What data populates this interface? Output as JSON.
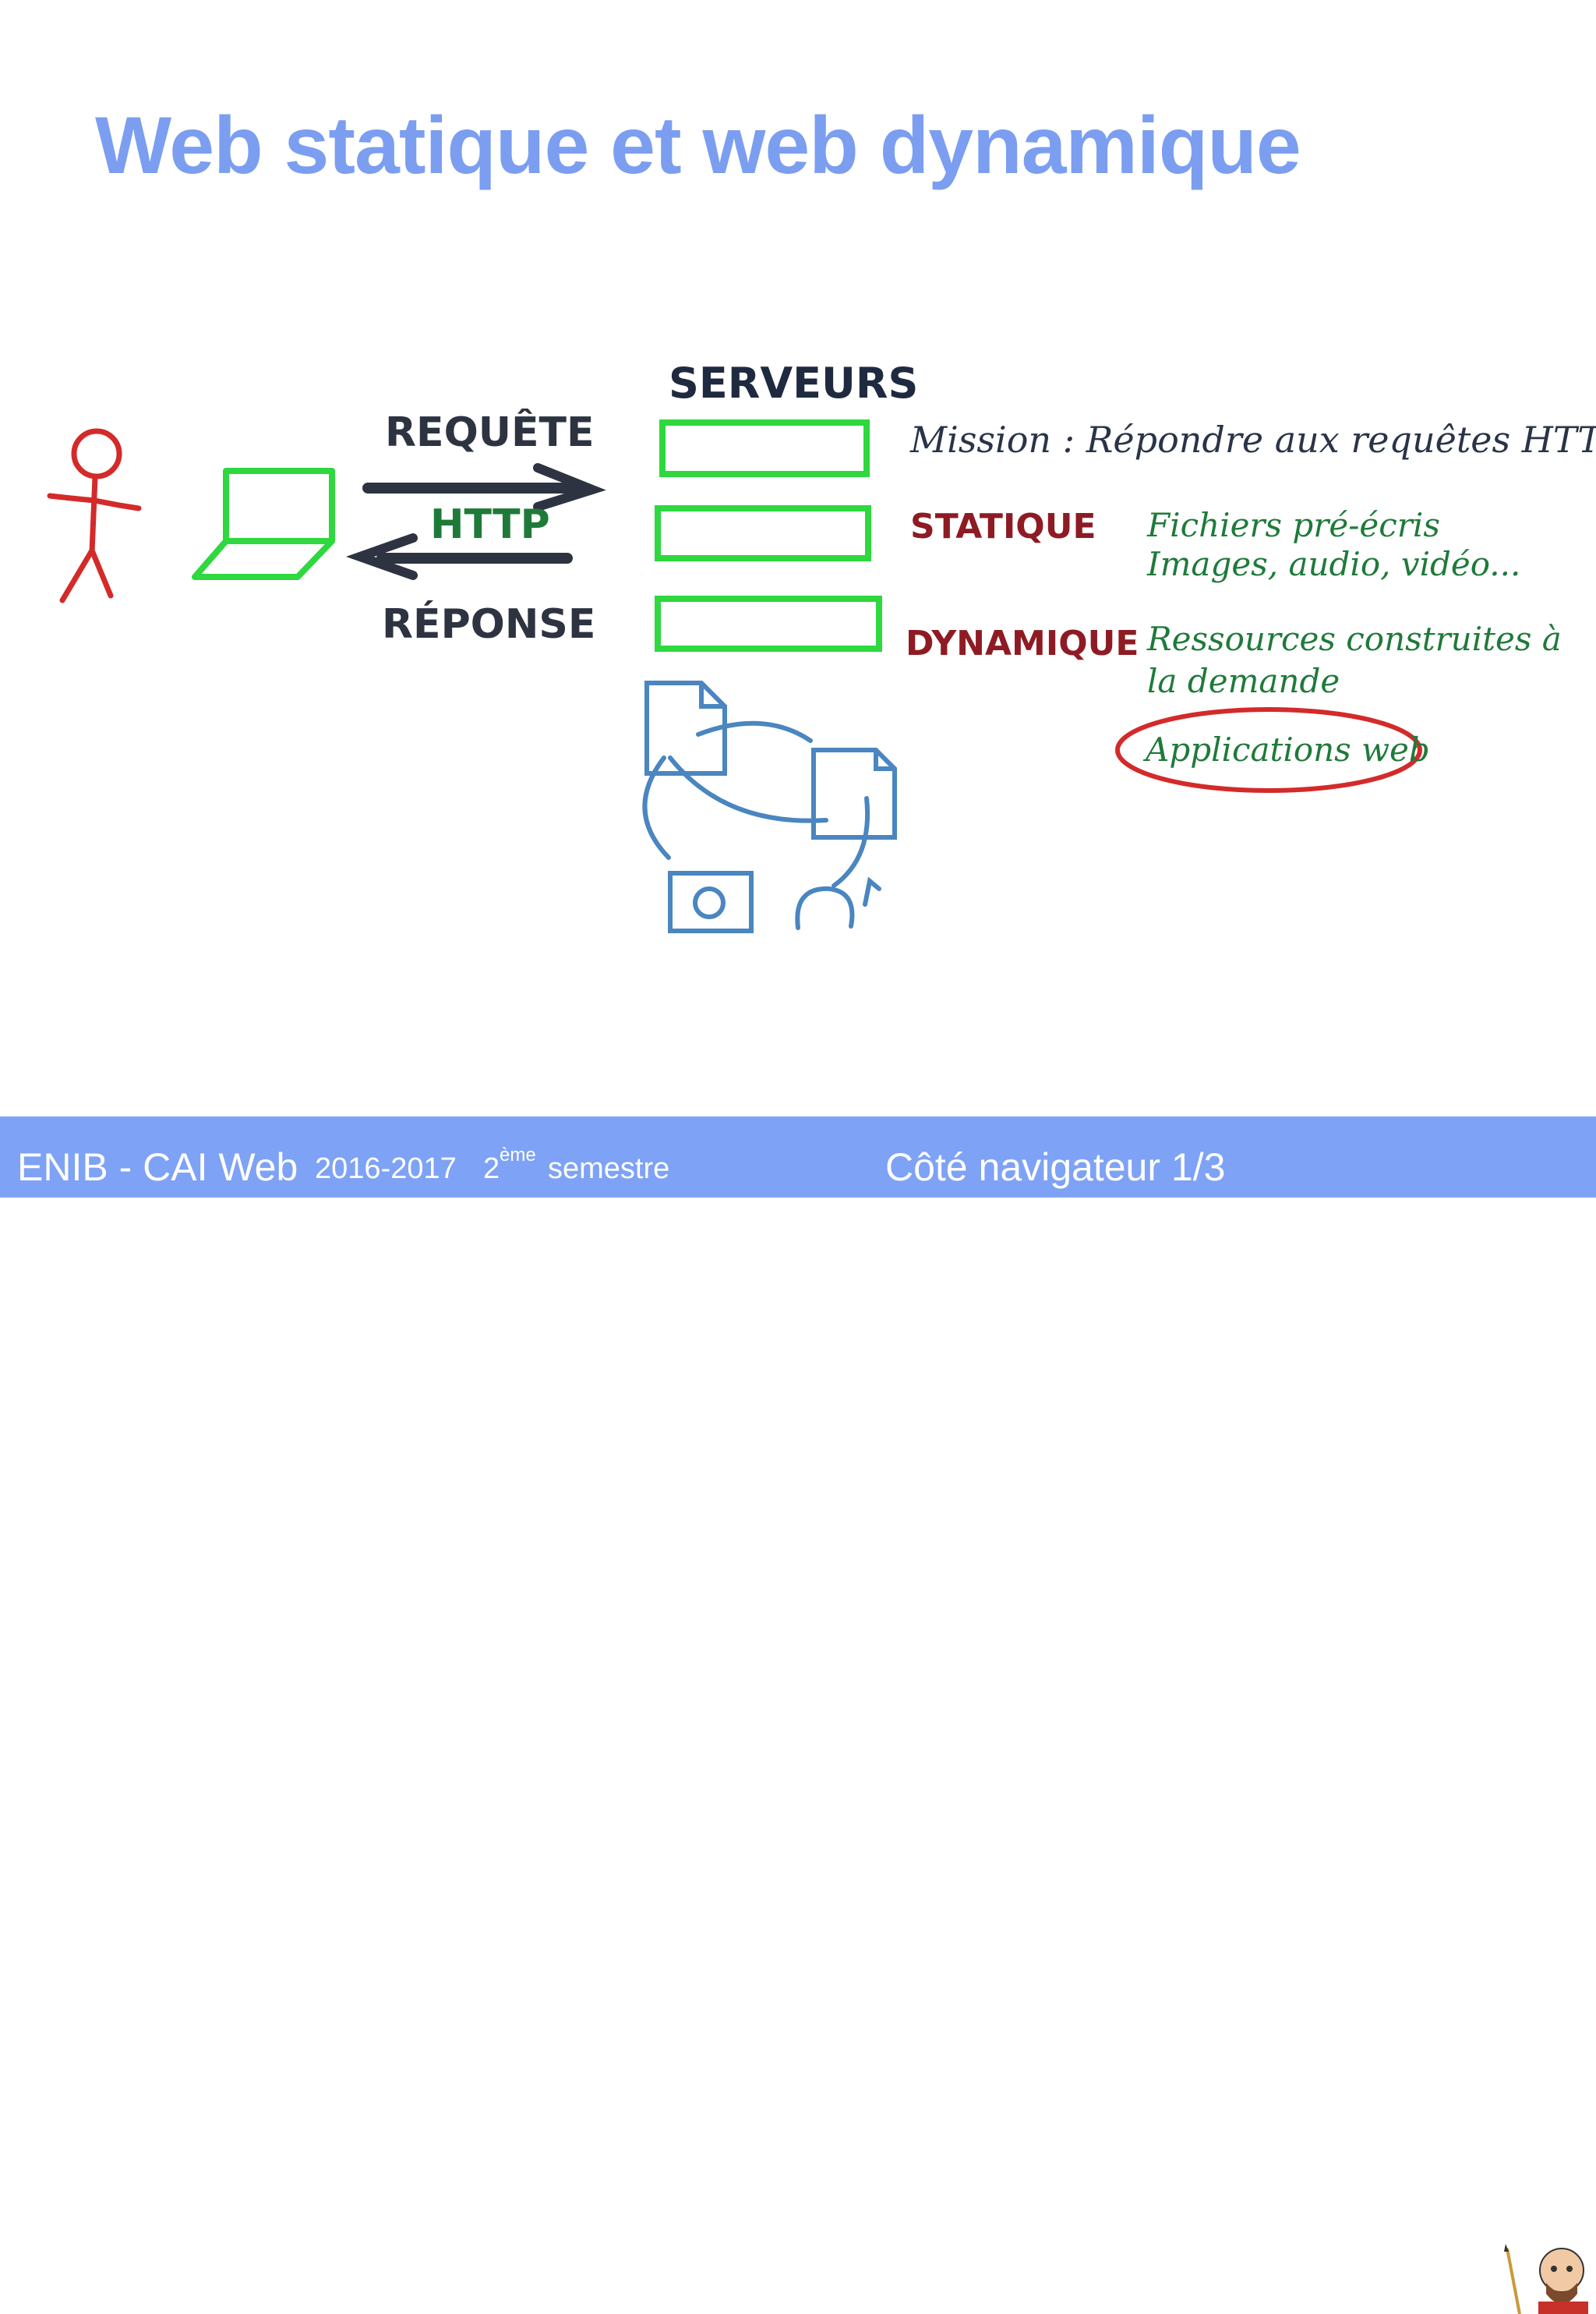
{
  "title": "Web statique et web dynamique",
  "diagram": {
    "requete": "REQUÊTE",
    "http": "HTTP",
    "reponse": "RÉPONSE",
    "serveurs": "SERVEURS",
    "mission": "Mission : Répondre aux requêtes HTTP",
    "statique_label": "STATIQUE",
    "statique_line1": "Fichiers pré-écris",
    "statique_line2": "Images, audio, vidéo...",
    "dynamique_label": "DYNAMIQUE",
    "dynamique_line1": "Ressources construites à",
    "dynamique_line2": "la demande",
    "apps": "Applications web"
  },
  "footer": {
    "course": "ENIB - CAI Web",
    "year": "2016-2017",
    "sem_num": "2",
    "sem_sup": "ème",
    "sem_word": "semestre",
    "section": "Côté navigateur 1/3"
  },
  "colors": {
    "title": "#7b9ef0",
    "footer_bg": "#7ea2f5",
    "person": "#d42a2a",
    "green": "#2ed83e",
    "dark": "#2d3340",
    "darkred": "#8e1b24",
    "darkgreen": "#1f7a3a",
    "blue": "#4a86c0"
  }
}
